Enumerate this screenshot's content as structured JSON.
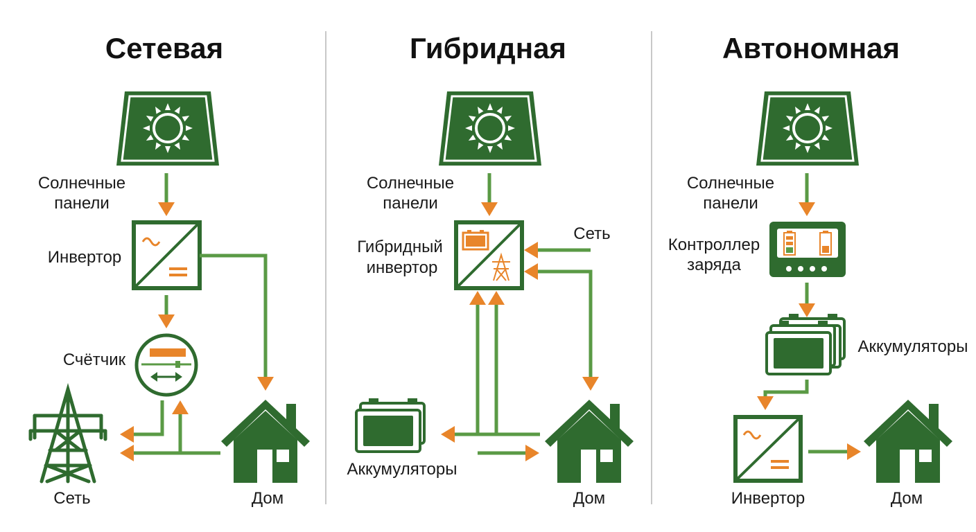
{
  "colors": {
    "primary_green": "#2f6b2f",
    "flow_green": "#5a9a45",
    "accent_orange": "#e8852a",
    "divider": "#c8c8c8"
  },
  "columns": [
    {
      "title": "Сетевая",
      "labels": {
        "panels": [
          "Солнечные",
          "панели"
        ],
        "inverter": "Инвертор",
        "meter": "Счётчик",
        "grid": "Сеть",
        "house": "Дом"
      },
      "icons": [
        "solar-panel-icon",
        "inverter-icon",
        "meter-icon",
        "power-tower-icon",
        "house-icon"
      ]
    },
    {
      "title": "Гибридная",
      "labels": {
        "panels": [
          "Солнечные",
          "панели"
        ],
        "inverter": [
          "Гибридный",
          "инвертор"
        ],
        "grid": "Сеть",
        "batteries": "Аккумуляторы",
        "house": "Дом"
      },
      "icons": [
        "solar-panel-icon",
        "hybrid-inverter-icon",
        "battery-pack-icon",
        "house-icon"
      ]
    },
    {
      "title": "Автономная",
      "labels": {
        "panels": [
          "Солнечные",
          "панели"
        ],
        "controller": [
          "Контроллер",
          "заряда"
        ],
        "batteries": "Аккумуляторы",
        "inverter": "Инвертор",
        "house": "Дом"
      },
      "icons": [
        "solar-panel-icon",
        "charge-controller-icon",
        "battery-pack-icon",
        "inverter-icon",
        "house-icon"
      ]
    }
  ]
}
